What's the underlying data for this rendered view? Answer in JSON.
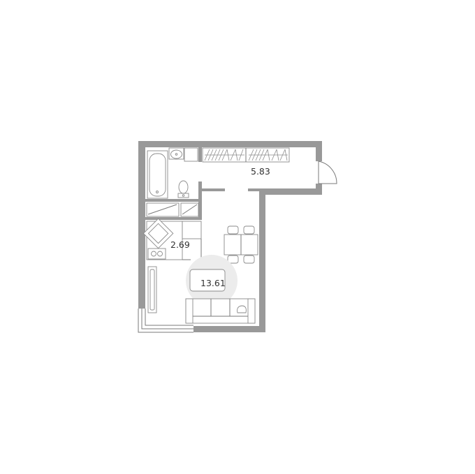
{
  "floor_plan": {
    "rooms": [
      {
        "id": "hallway",
        "area": "5.83"
      },
      {
        "id": "bathroom",
        "area": "2.69"
      },
      {
        "id": "living_room",
        "area": "13.61"
      }
    ],
    "colors": {
      "walls": "#999999",
      "lines": "#8a8a8a",
      "highlight": "#ececec",
      "text": "#333333"
    }
  }
}
